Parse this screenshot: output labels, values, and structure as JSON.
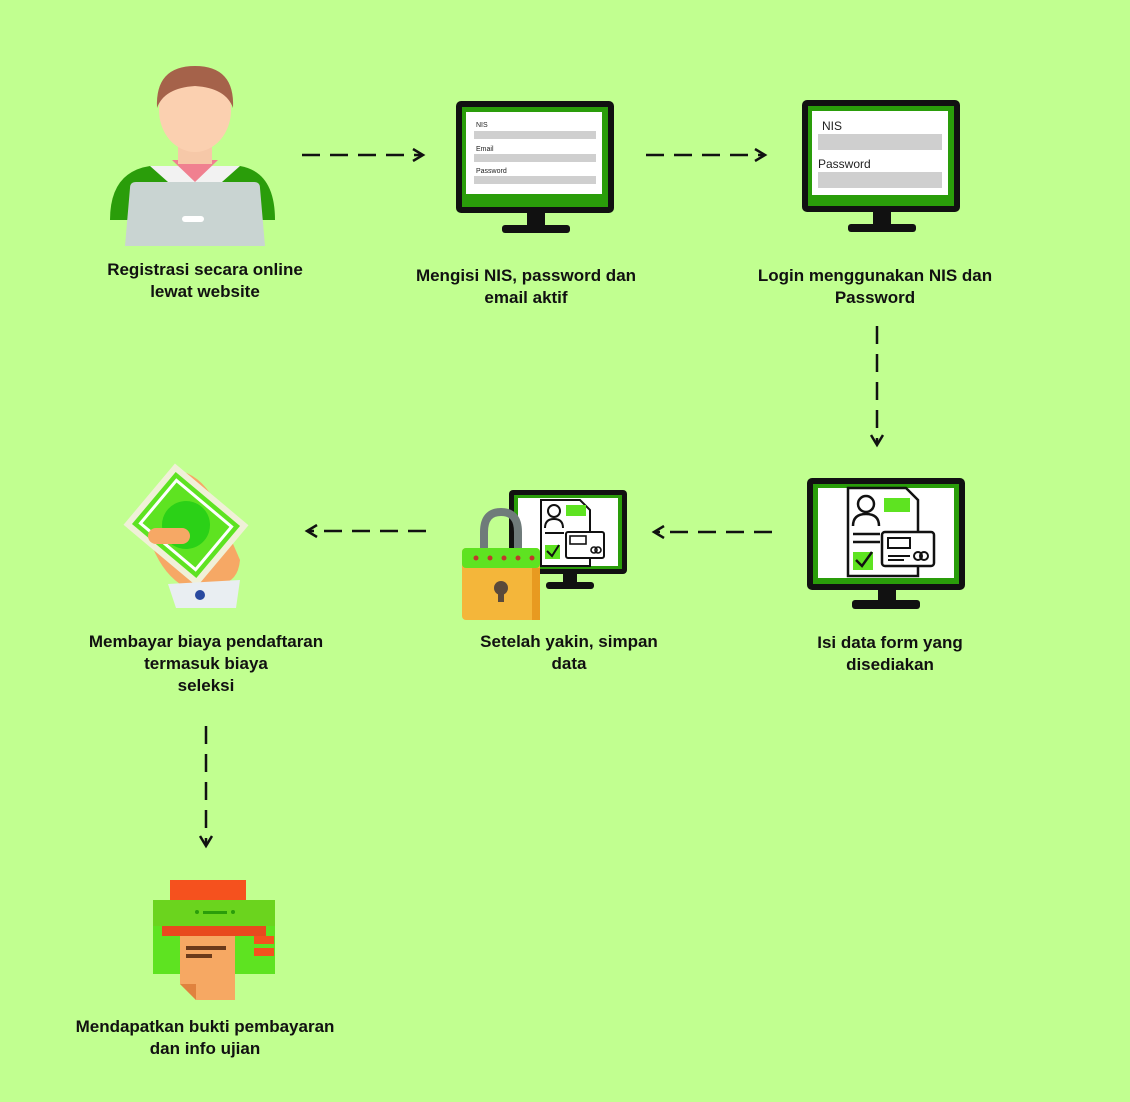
{
  "steps": [
    {
      "id": "register",
      "lines": [
        "Registrasi secara online",
        "lewat website"
      ]
    },
    {
      "id": "fill-credentials",
      "lines": [
        "Mengisi NIS, password dan",
        "email aktif"
      ]
    },
    {
      "id": "login",
      "lines": [
        "Login menggunakan NIS dan",
        "Password"
      ]
    },
    {
      "id": "fill-form",
      "lines": [
        "Isi data form yang",
        "disediakan"
      ]
    },
    {
      "id": "save",
      "lines": [
        "Setelah yakin, simpan",
        "data"
      ]
    },
    {
      "id": "pay",
      "lines": [
        "Membayar biaya pendaftaran",
        "termasuk biaya",
        "seleksi"
      ]
    },
    {
      "id": "receipt",
      "lines": [
        "Mendapatkan bukti pembayaran",
        "dan info ujian"
      ]
    }
  ],
  "screen1": {
    "field1": "NIS",
    "field2": "Email",
    "field3": "Password"
  },
  "screen2": {
    "field1": "NIS",
    "field2": "Password"
  },
  "colors": {
    "background": "#c1ff90",
    "accent": "#2a9d0a",
    "monitor": "#111111",
    "screen": "#ffffff",
    "field": "#cfcfcf"
  },
  "icons": [
    "user-laptop-icon",
    "monitor-form-icon",
    "monitor-login-icon",
    "monitor-document-icon",
    "lock-monitor-icon",
    "money-hand-icon",
    "printer-icon"
  ]
}
